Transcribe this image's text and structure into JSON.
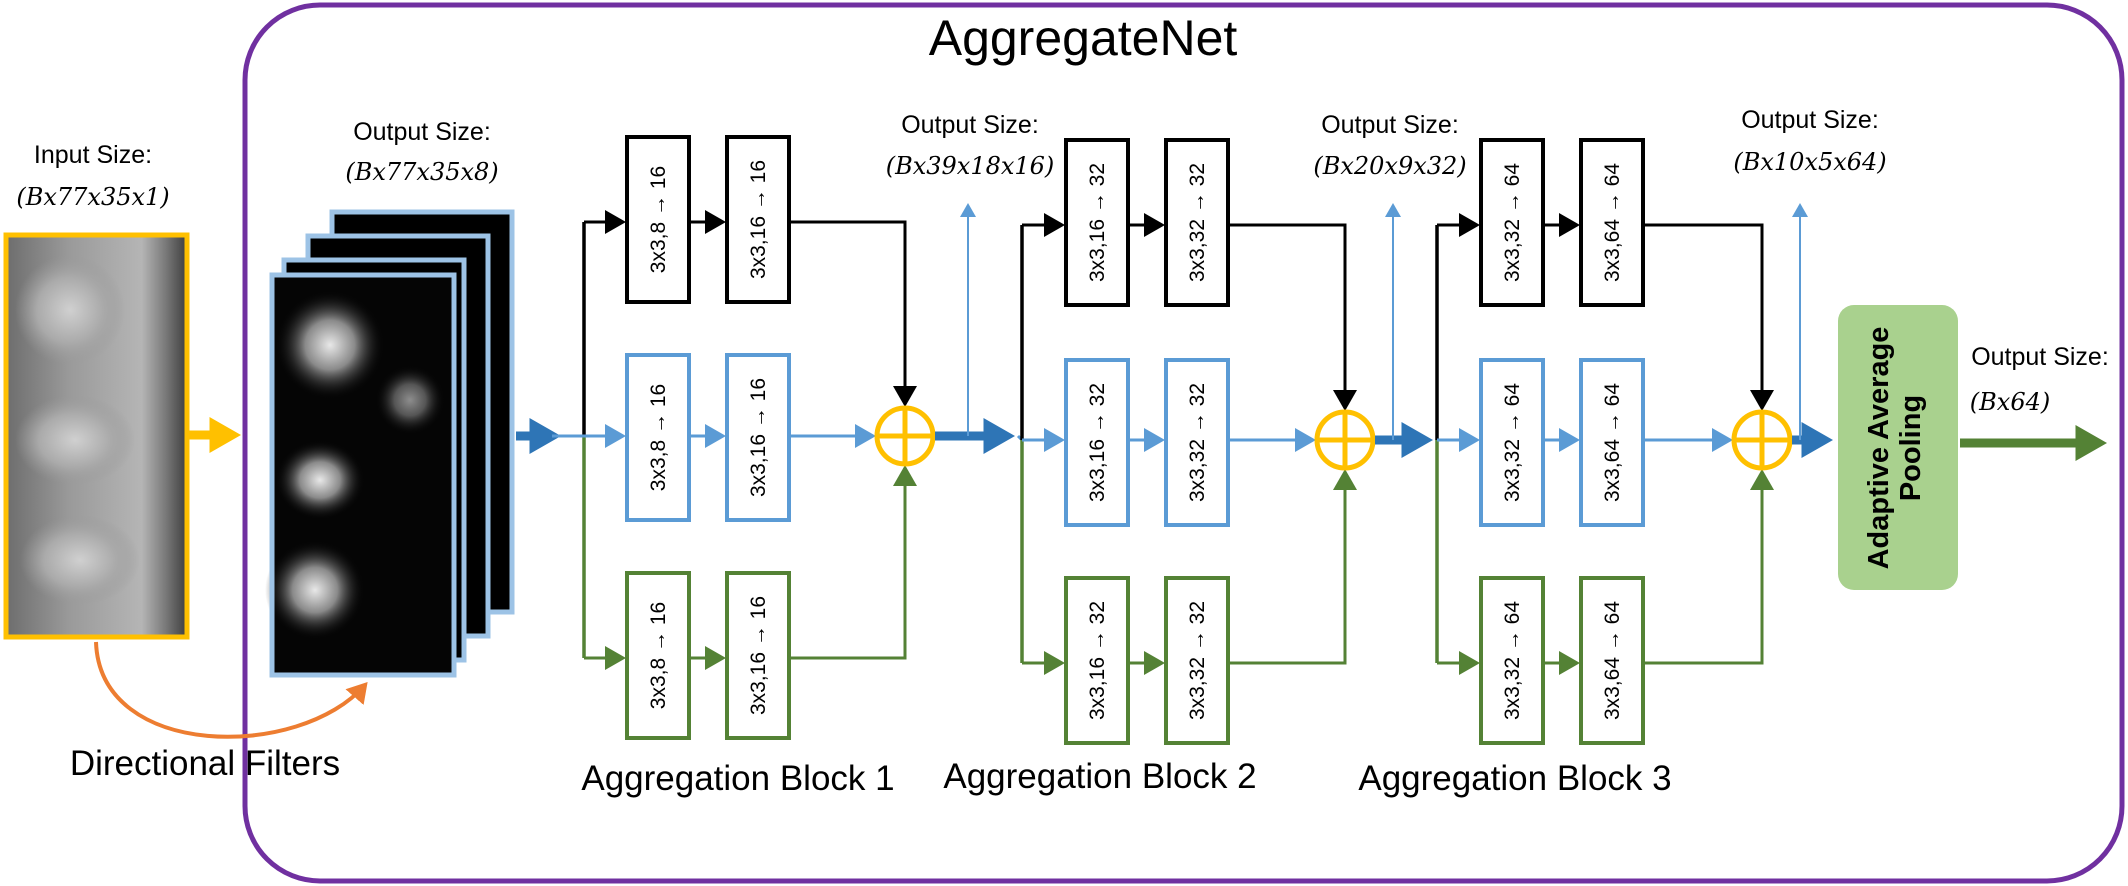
{
  "title": "AggregateNet",
  "colors": {
    "frame": "#7030a0",
    "black": "#000000",
    "blue": "#5b9bd5",
    "blue_dark": "#2e75b6",
    "green": "#548235",
    "yellow": "#ffc000",
    "orange": "#ed7d31",
    "pool_fill": "#a9d18e"
  },
  "input": {
    "label": "Input Size:",
    "size": "(Bx77x35x1)"
  },
  "filters": {
    "label": "Output Size:",
    "size": "(Bx77x35x8)",
    "caption": "Directional Filters"
  },
  "blocks": [
    {
      "name": "Aggregation Block 1",
      "output_label": "Output Size:",
      "output_size": "(Bx39x18x16)",
      "layers": [
        "3x3,8 → 16",
        "3x3,16 → 16"
      ]
    },
    {
      "name": "Aggregation Block 2",
      "output_label": "Output Size:",
      "output_size": "(Bx20x9x32)",
      "layers": [
        "3x3,16 → 32",
        "3x3,32 → 32"
      ]
    },
    {
      "name": "Aggregation Block 3",
      "output_label": "Output Size:",
      "output_size": "(Bx10x5x64)",
      "layers": [
        "3x3,32 → 64",
        "3x3,64 → 64"
      ]
    }
  ],
  "pooling": {
    "label": "Adaptive Average Pooling",
    "line1": "Adaptive Average",
    "line2": "Pooling",
    "output_label": "Output Size:",
    "output_size": "(Bx64)"
  }
}
